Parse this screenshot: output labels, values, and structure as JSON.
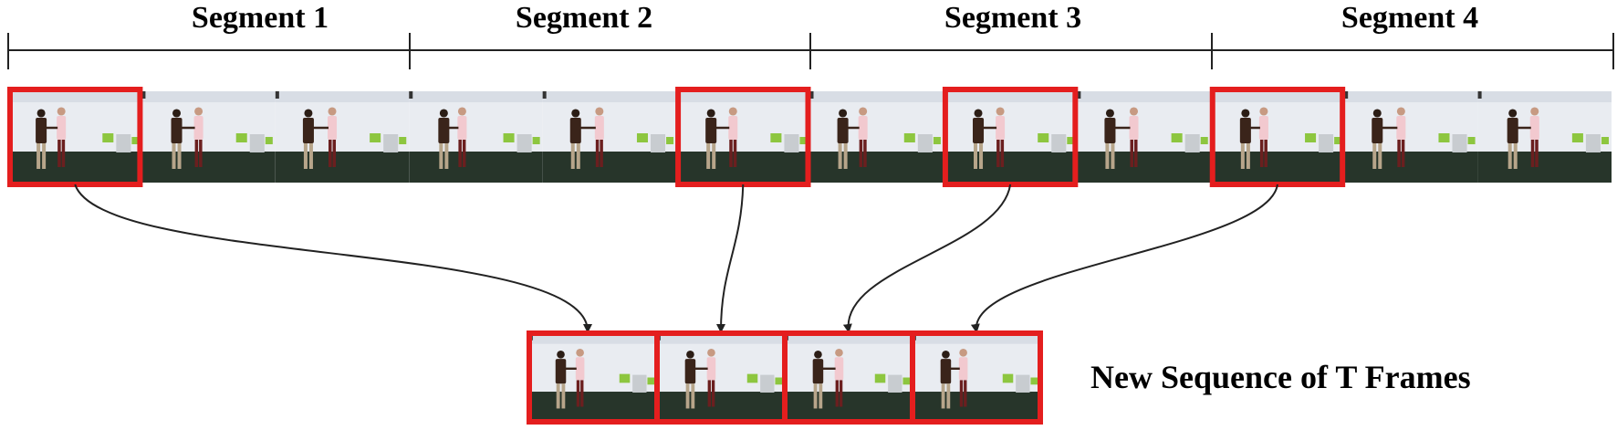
{
  "segments": [
    {
      "label": "Segment 1"
    },
    {
      "label": "Segment 2"
    },
    {
      "label": "Segment 3"
    },
    {
      "label": "Segment 4"
    }
  ],
  "frames_per_row": 12,
  "selected_frame_indices": [
    0,
    5,
    7,
    9
  ],
  "output_label": "New Sequence of T Frames",
  "colors": {
    "highlight": "#e41e1e",
    "timeline": "#222222",
    "arrow": "#222222",
    "wall": "#e9ecf1",
    "floor": "#27352a",
    "plant": "#8dc63f"
  }
}
